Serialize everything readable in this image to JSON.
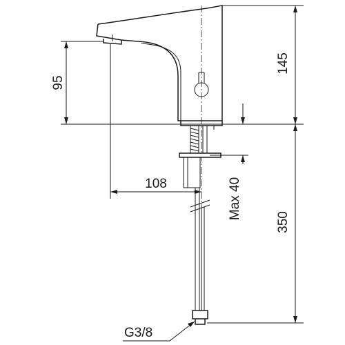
{
  "dimensions": {
    "spout_height": "95",
    "total_height": "145",
    "reach": "108",
    "max_thickness": "Max 40",
    "hose_length": "350",
    "thread": "G3/8"
  }
}
